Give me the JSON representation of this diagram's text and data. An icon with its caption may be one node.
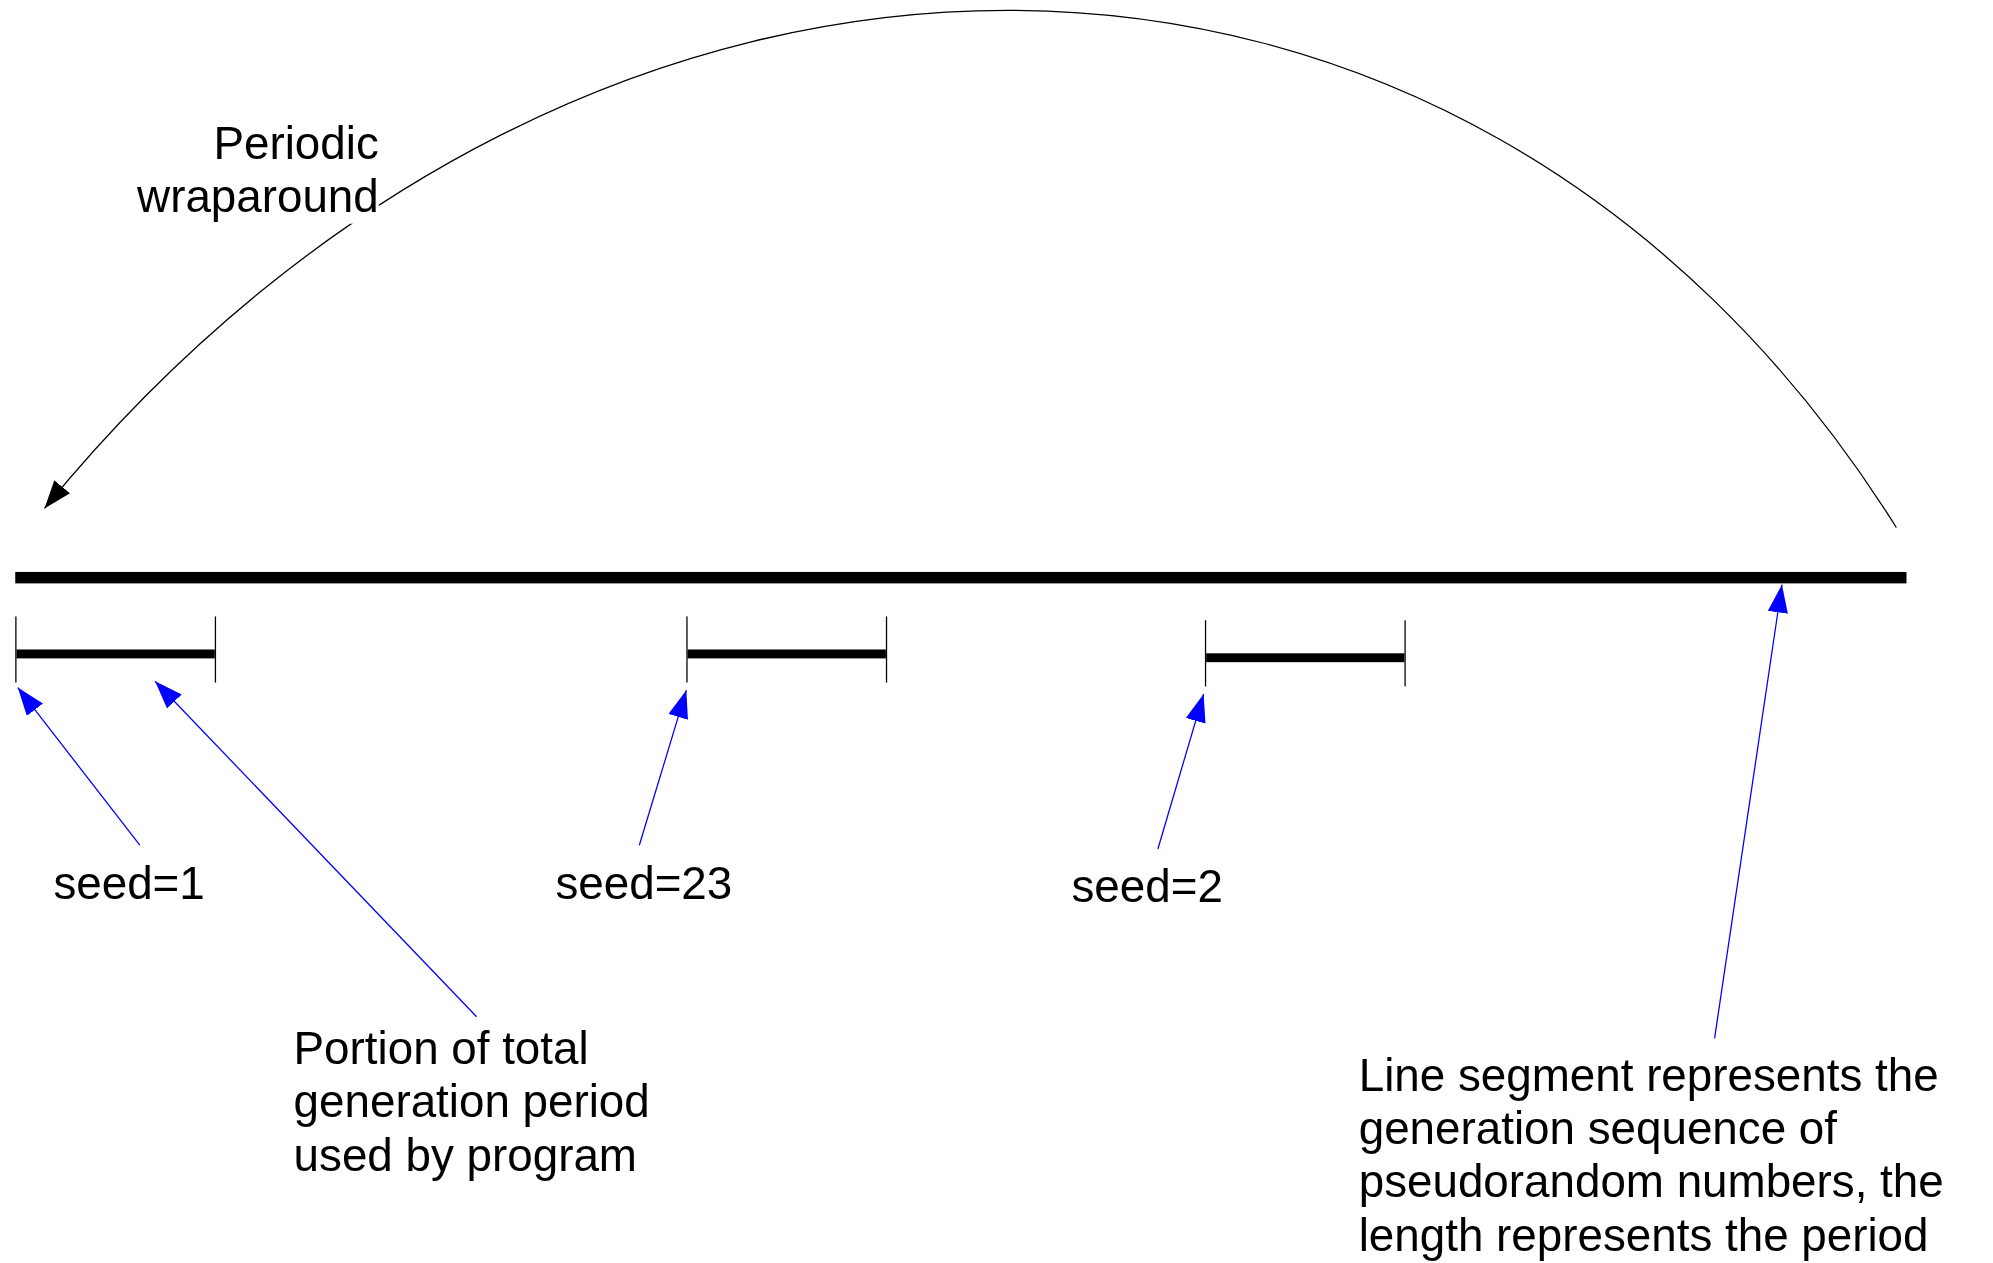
{
  "diagram": {
    "nodes": [
      {
        "text": [],
        "shape": "bar"
      },
      {
        "text": [],
        "shape": "bar"
      },
      {
        "text": [],
        "shape": "bar"
      },
      {
        "text": [],
        "shape": "bar"
      },
      {
        "text": [
          "seed=1"
        ]
      },
      {
        "text": [
          "seed=23"
        ]
      },
      {
        "text": [
          "seed=2"
        ]
      },
      {
        "text": [
          "Portion of total generation period used by program"
        ]
      },
      {
        "text": [
          "Line segment represents the generation sequence of pseudorandom numbers, the length represents the period"
        ]
      }
    ],
    "edges": [
      {
        "from": 0,
        "to": 0,
        "arrow": "to",
        "label": "Periodic wraparound",
        "color": "#000000"
      },
      {
        "from": 4,
        "to": 1,
        "arrow": "to"
      },
      {
        "from": 7,
        "to": 1,
        "arrow": "to"
      },
      {
        "from": 5,
        "to": 2,
        "arrow": "to"
      },
      {
        "from": 6,
        "to": 3,
        "arrow": "to"
      },
      {
        "from": 8,
        "to": 0,
        "arrow": "to"
      }
    ]
  }
}
